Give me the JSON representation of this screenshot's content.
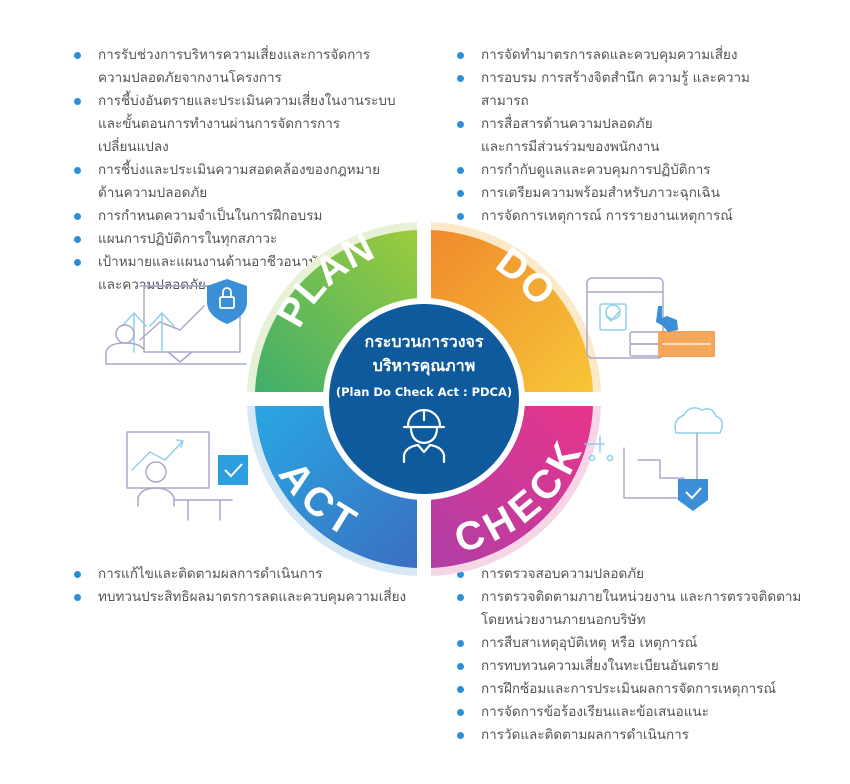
{
  "center": {
    "title_line1": "กระบวนการวงจร",
    "title_line2": "บริหารคุณภาพ",
    "subtitle": "(Plan Do Check Act : PDCA)",
    "icon": "safety-worker-icon"
  },
  "quadrants": {
    "plan": {
      "label": "PLAN",
      "color": "#7cc24a"
    },
    "do": {
      "label": "DO",
      "color": "#f3a23a"
    },
    "check": {
      "label": "CHECK",
      "color": "#d6338f"
    },
    "act": {
      "label": "ACT",
      "color": "#3a8fd6"
    }
  },
  "lists": {
    "plan": [
      "การรับช่วงการบริหารความเสี่ยงและการจัดการ",
      "ความปลอดภัยจากงานโครงการ",
      "การชี้บ่งอันตรายและประเมินความเสี่ยงในงานระบบ",
      "และขั้นตอนการทำงานผ่านการจัดการการเปลี่ยนแปลง",
      "การชี้บ่งและประเมินความสอดคล้องของกฎหมาย",
      "ด้านความปลอดภัย",
      "การกำหนดความจำเป็นในการฝึกอบรม",
      "แผนการปฏิบัติการในทุกสภาวะ",
      "เป้าหมายและแผนงานด้านอาชีวอนามัย",
      "และความปลอดภัย"
    ],
    "do": [
      "การจัดทำมาตรการลดและควบคุมความเสี่ยง",
      "การอบรม การสร้างจิตสำนึก ความรู้ และความสามารถ",
      "การสื่อสารด้านความปลอดภัย",
      "และการมีส่วนร่วมของพนักงาน",
      "การกำกับดูแลและควบคุมการปฏิบัติการ",
      "การเตรียมความพร้อมสำหรับภาวะฉุกเฉิน",
      "การจัดการเหตุการณ์ การรายงานเหตุการณ์"
    ],
    "act": [
      "การแก้ไขและติดตามผลการดำเนินการ",
      "ทบทวนประสิทธิผลมาตรการลดและควบคุมความเสี่ยง"
    ],
    "check": [
      "การตรวจสอบความปลอดภัย",
      "การตรวจติดตามภายในหน่วยงาน และการตรวจติดตาม",
      "โดยหน่วยงานภายนอกบริษัท",
      "การสืบสาเหตุอุบัติเหตุ หรือ เหตุการณ์",
      "การทบทวนความเสี่ยงในทะเบียนอันตราย",
      "การฝึกซ้อมและการประเมินผลการจัดการเหตุการณ์",
      "การจัดการข้อร้องเรียนและข้อเสนอแนะ",
      "การวัดและติดตามผลการดำเนินการ"
    ]
  },
  "icons": {
    "plan": "presentation-shield-lock-icon",
    "do": "mobile-touch-server-icon",
    "act": "meeting-checkmark-icon",
    "check": "cloud-flowchart-check-icon"
  }
}
